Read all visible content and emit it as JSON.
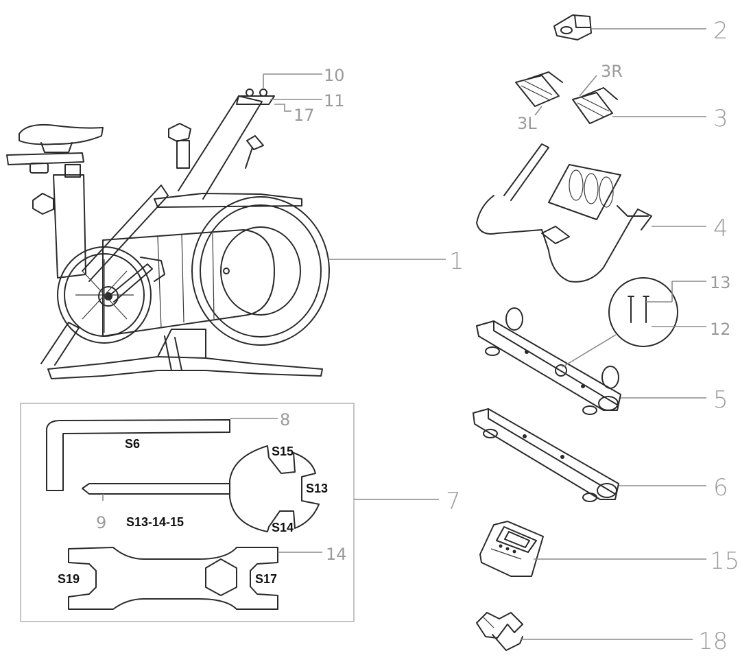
{
  "callouts": {
    "c1": "1",
    "c2": "2",
    "c3": "3",
    "c3l": "3L",
    "c3r": "3R",
    "c4": "4",
    "c5": "5",
    "c6": "6",
    "c7": "7",
    "c8": "8",
    "c9": "9",
    "c10": "10",
    "c11": "11",
    "c12": "12",
    "c13": "13",
    "c14": "14",
    "c15": "15",
    "c17": "17",
    "c18": "18"
  },
  "tool_labels": {
    "s6": "S6",
    "s15": "S15",
    "s13": "S13",
    "s14": "S14",
    "s13_14_15": "S13-14-15",
    "s19": "S19",
    "s17": "S17"
  }
}
